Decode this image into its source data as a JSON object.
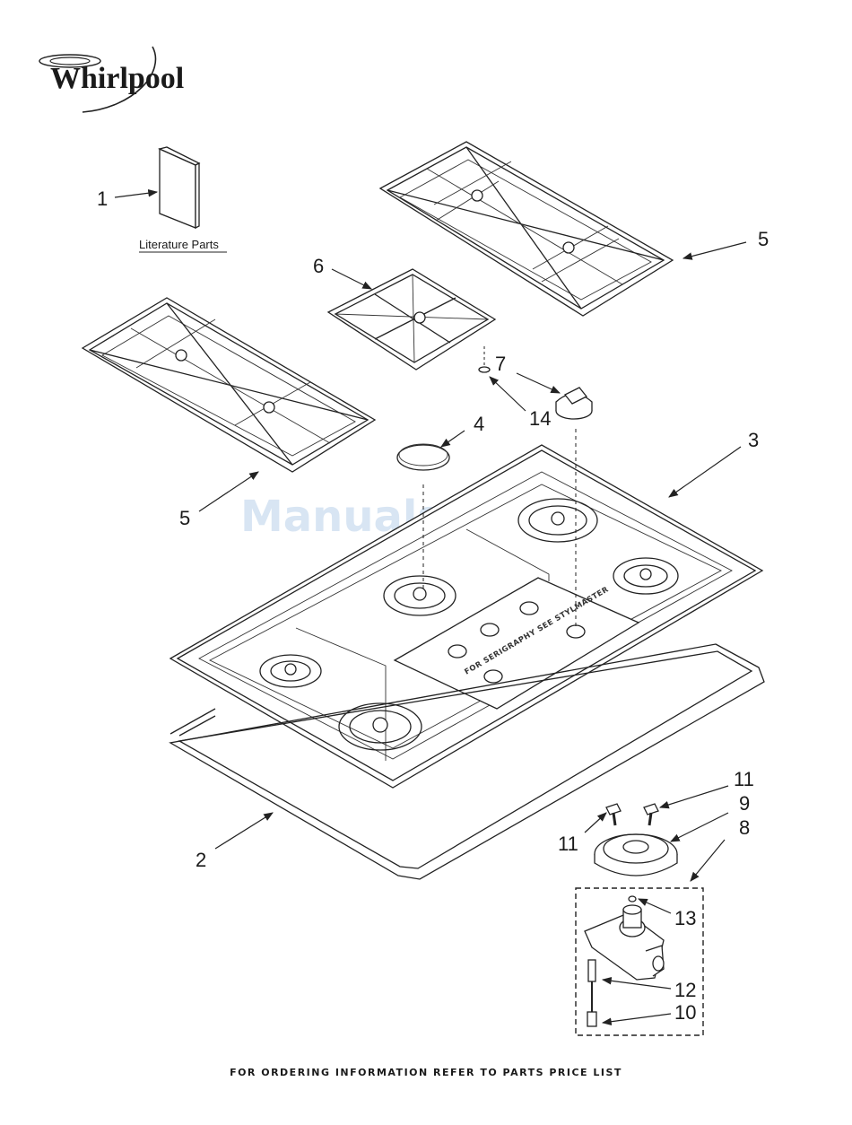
{
  "brand": {
    "logo_text": "Whirlpool",
    "color": "#1a1a1a"
  },
  "watermark": "ManualsLib.com",
  "literature_label": "Literature Parts",
  "serigraphy_note": "FOR SERIGRAPHY SEE STYLMASTER",
  "callouts": {
    "c1": "1",
    "c2": "2",
    "c3": "3",
    "c4": "4",
    "c5a": "5",
    "c5b": "5",
    "c6": "6",
    "c7": "7",
    "c8": "8",
    "c9": "9",
    "c10": "10",
    "c11a": "11",
    "c11b": "11",
    "c12": "12",
    "c13": "13",
    "c14": "14"
  },
  "footer": "FOR ORDERING INFORMATION REFER TO PARTS PRICE LIST"
}
